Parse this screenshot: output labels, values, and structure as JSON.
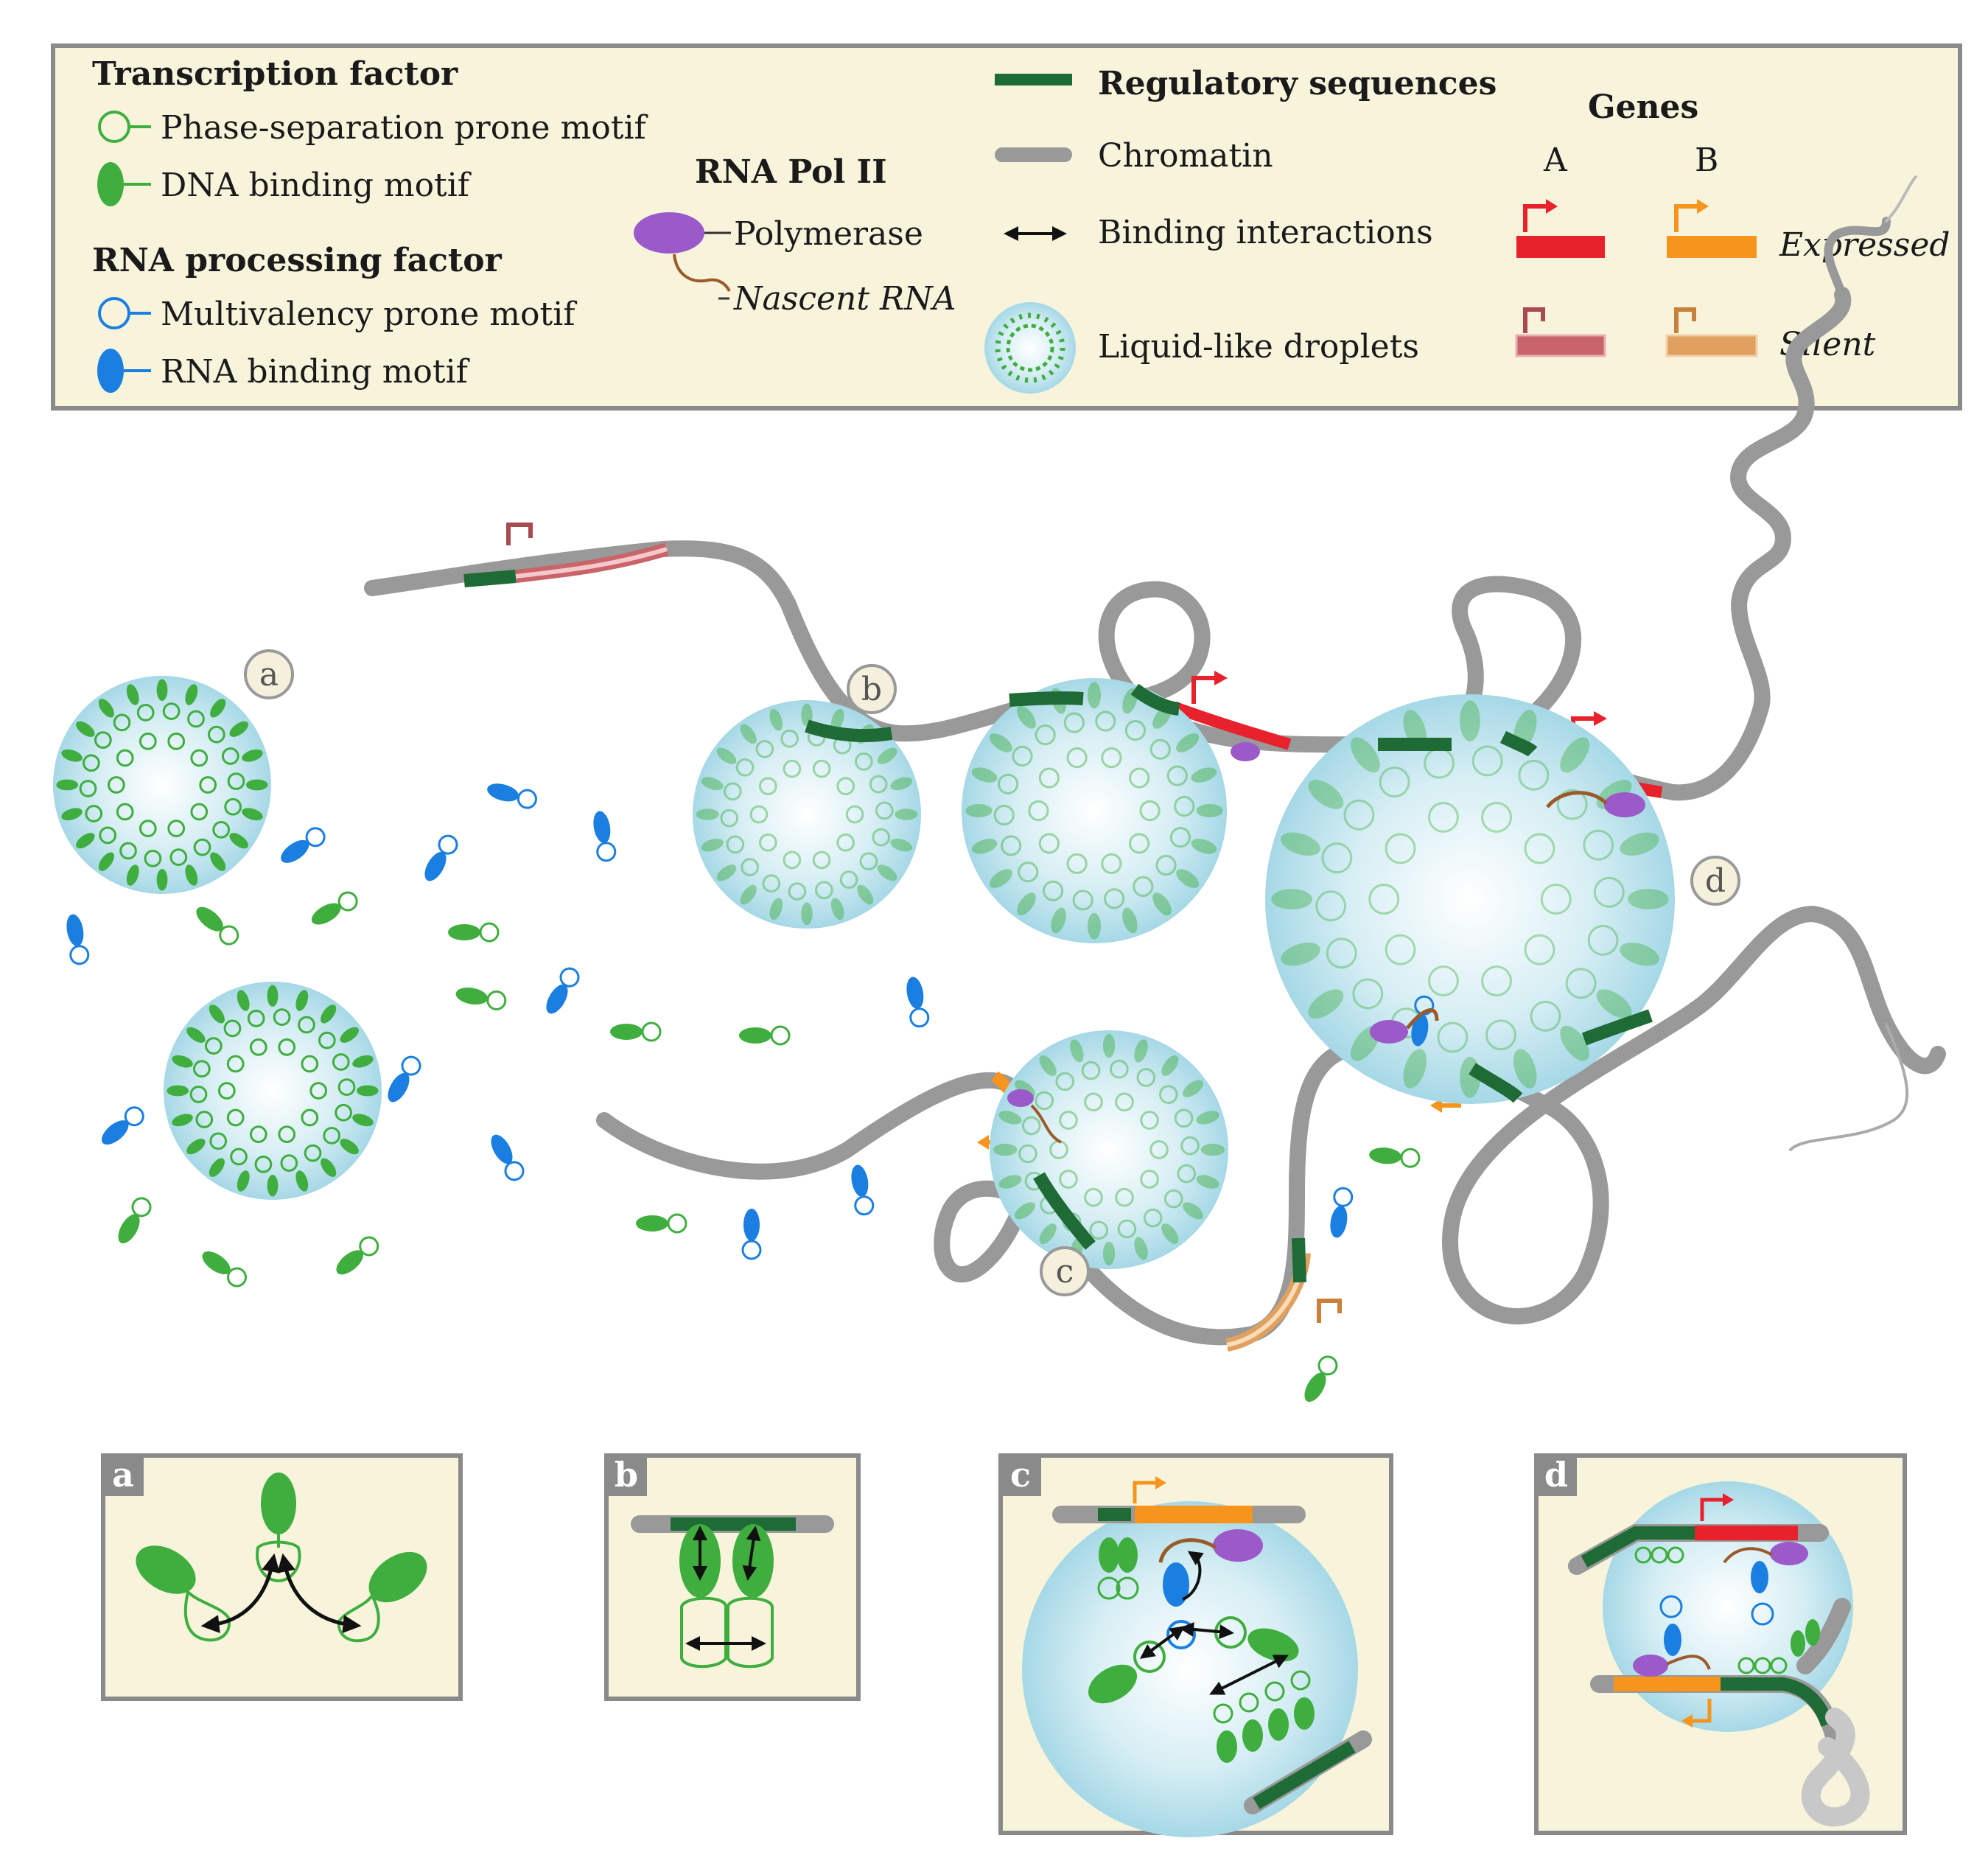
{
  "legend": {
    "transcription_factor": {
      "title": "Transcription factor",
      "phase_separation_motif": "Phase-separation prone motif",
      "dna_binding_motif": "DNA binding motif"
    },
    "rna_processing_factor": {
      "title": "RNA processing factor",
      "multivalency_motif": "Multivalency prone motif",
      "rna_binding_motif": "RNA binding motif"
    },
    "rna_pol_ii": {
      "title": "RNA Pol II",
      "polymerase": "Polymerase",
      "nascent_rna": "Nascent RNA"
    },
    "elements": {
      "regulatory_sequences": "Regulatory sequences",
      "chromatin": "Chromatin",
      "binding_interactions": "Binding interactions",
      "droplets": "Liquid-like droplets"
    },
    "genes": {
      "title": "Genes",
      "col_a": "A",
      "col_b": "B",
      "expressed": "Expressed",
      "silent": "Silent"
    }
  },
  "callouts": {
    "a": "a",
    "b": "b",
    "c": "c",
    "d": "d"
  },
  "panels": {
    "a": "a",
    "b": "b",
    "c": "c",
    "d": "d"
  },
  "colors": {
    "tf_green": "#3fae3f",
    "rna_blue": "#1a7fe0",
    "polymerase_purple": "#9b59c9",
    "nascent_rna_brown": "#9a5a2a",
    "regulatory_dark_green": "#1f6b35",
    "chromatin_gray": "#9a9a9a",
    "gene_a_red": "#e8222c",
    "gene_b_orange": "#f7941d",
    "gene_a_silent": "#c9646a",
    "gene_b_silent": "#e0a060",
    "legend_bg": "#f8f4dc",
    "droplet_blue": "#a9dbe8"
  }
}
